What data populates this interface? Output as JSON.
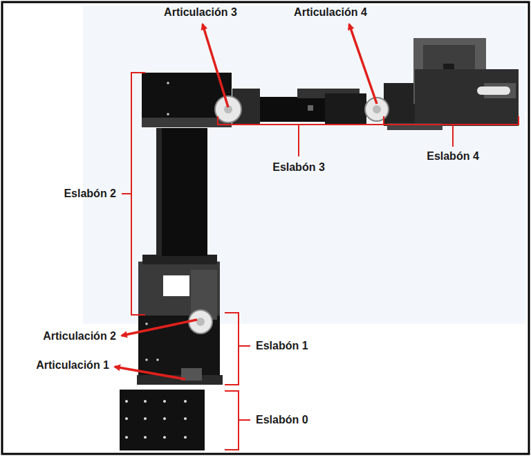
{
  "diagram": {
    "labels": [
      "Articulación 3",
      "Articulación 4",
      "Eslabón 2",
      "Eslabón 3",
      "Eslabón 4",
      "Articulación 2",
      "Eslabón 1",
      "Articulación 1",
      "Eslabón 0"
    ]
  }
}
